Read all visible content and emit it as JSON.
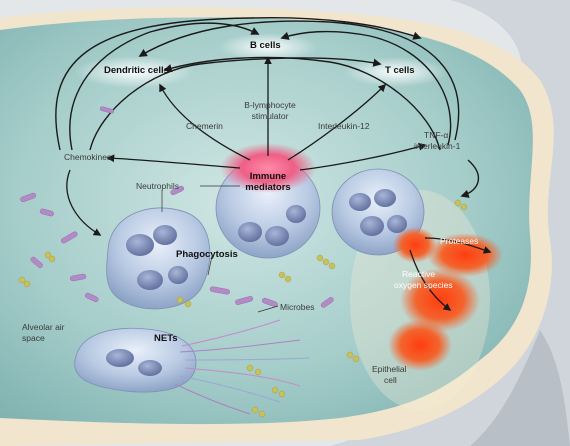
{
  "labels": {
    "b_cells": "B cells",
    "dendritic_cells": "Dendritic cells",
    "t_cells": "T cells",
    "b_lymphocyte_stimulator_1": "B-lymphocyte",
    "b_lymphocyte_stimulator_2": "stimulator",
    "chemerin": "Chemerin",
    "interleukin_12": "Interleukin-12",
    "tnf_1": "TNF-α,",
    "tnf_2": "interleukin-1",
    "chemokines": "Chemokines",
    "neutrophils": "Neutrophils",
    "immune_mediators_1": "Immune",
    "immune_mediators_2": "mediators",
    "proteases": "Proteases",
    "reactive_oxygen_1": "Reactive",
    "reactive_oxygen_2": "oxygen species",
    "phagocytosis": "Phagocytosis",
    "microbes": "Microbes",
    "alveolar_1": "Alveolar air",
    "alveolar_2": "space",
    "nets": "NETs",
    "epithelial_1": "Epithelial",
    "epithelial_2": "cell"
  },
  "colors": {
    "alveolar_fill": "#9ec9c6",
    "epithelium": "#f3ead6",
    "outer_tissue": "#d8dde2",
    "cell_body": "#b7c8e0",
    "nucleus": "#7f8fb8",
    "mediator_glow": "#e8557a",
    "ros_orange": "#f04a1c",
    "microbe_purple": "#b28ac4",
    "microbe_yellow": "#c9c25a"
  }
}
